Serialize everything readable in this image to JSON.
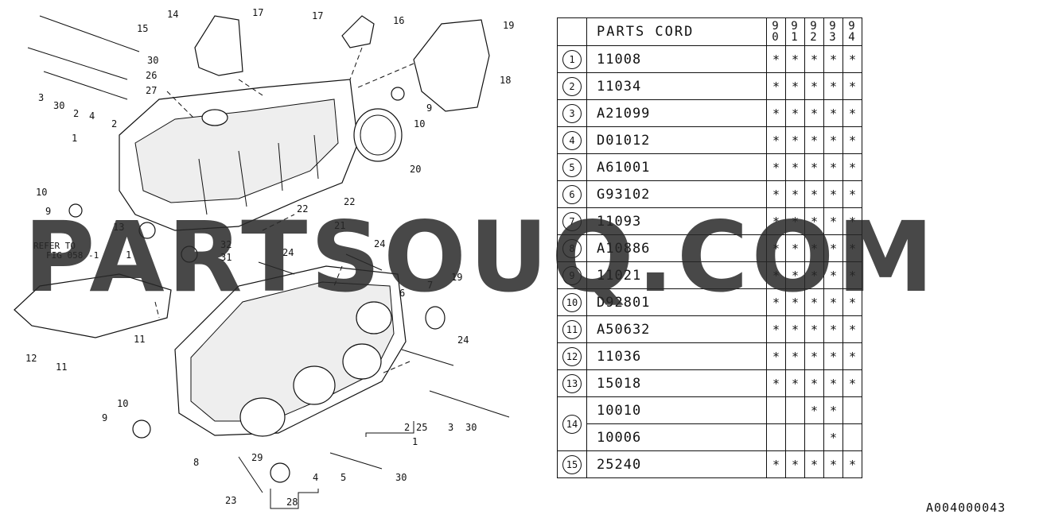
{
  "table": {
    "header_label": "PARTS CORD",
    "years": [
      [
        "9",
        "0"
      ],
      [
        "9",
        "1"
      ],
      [
        "9",
        "2"
      ],
      [
        "9",
        "3"
      ],
      [
        "9",
        "4"
      ]
    ],
    "rows": [
      {
        "ref": "1",
        "code": "11008",
        "marks": [
          "*",
          "*",
          "*",
          "*",
          "*"
        ]
      },
      {
        "ref": "2",
        "code": "11034",
        "marks": [
          "*",
          "*",
          "*",
          "*",
          "*"
        ]
      },
      {
        "ref": "3",
        "code": "A21099",
        "marks": [
          "*",
          "*",
          "*",
          "*",
          "*"
        ]
      },
      {
        "ref": "4",
        "code": "D01012",
        "marks": [
          "*",
          "*",
          "*",
          "*",
          "*"
        ]
      },
      {
        "ref": "5",
        "code": "A61001",
        "marks": [
          "*",
          "*",
          "*",
          "*",
          "*"
        ]
      },
      {
        "ref": "6",
        "code": "G93102",
        "marks": [
          "*",
          "*",
          "*",
          "*",
          "*"
        ]
      },
      {
        "ref": "7",
        "code": "11093",
        "marks": [
          "*",
          "*",
          "*",
          "*",
          "*"
        ]
      },
      {
        "ref": "8",
        "code": "A10886",
        "marks": [
          "*",
          "*",
          "*",
          "*",
          "*"
        ]
      },
      {
        "ref": "9",
        "code": "11021",
        "marks": [
          "*",
          "*",
          "*",
          "*",
          "*"
        ]
      },
      {
        "ref": "10",
        "code": "D92801",
        "marks": [
          "*",
          "*",
          "*",
          "*",
          "*"
        ]
      },
      {
        "ref": "11",
        "code": "A50632",
        "marks": [
          "*",
          "*",
          "*",
          "*",
          "*"
        ]
      },
      {
        "ref": "12",
        "code": "11036",
        "marks": [
          "*",
          "*",
          "*",
          "*",
          "*"
        ]
      },
      {
        "ref": "13",
        "code": "15018",
        "marks": [
          "*",
          "*",
          "*",
          "*",
          "*"
        ]
      },
      {
        "ref": "14",
        "code": "10010",
        "marks": [
          "",
          "",
          "*",
          "*",
          ""
        ]
      },
      {
        "ref": "14",
        "code": "10006",
        "marks": [
          "",
          "",
          "",
          "*",
          ""
        ]
      },
      {
        "ref": "15",
        "code": "25240",
        "marks": [
          "*",
          "*",
          "*",
          "*",
          "*"
        ]
      }
    ]
  },
  "diagram": {
    "refer_line1": "REFER TO",
    "refer_line2": "FIG 058 -1",
    "callouts": [
      "14",
      "17",
      "17",
      "16",
      "15",
      "19",
      "18",
      "30",
      "26",
      "27",
      "3",
      "30",
      "2",
      "4",
      "2",
      "1",
      "9",
      "10",
      "20",
      "22",
      "22",
      "21",
      "10",
      "9",
      "13",
      "32",
      "31",
      "1",
      "24",
      "24",
      "19",
      "7",
      "6",
      "12",
      "11",
      "11",
      "24",
      "10",
      "9",
      "8",
      "2",
      "25",
      "3",
      "30",
      "29",
      "28",
      "4",
      "5",
      "30",
      "23",
      "1"
    ]
  },
  "watermark": "PARTSOUQ.COM",
  "diagram_code": "A004000043"
}
